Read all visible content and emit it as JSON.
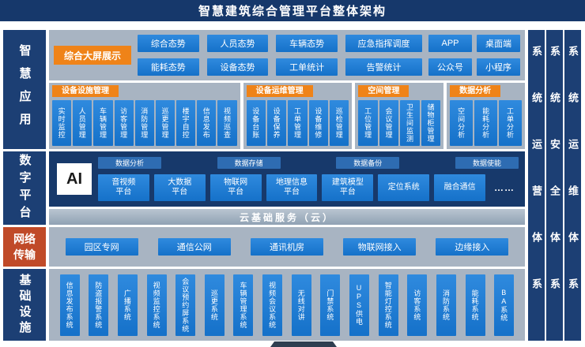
{
  "title": "智慧建筑综合管理平台整体架构",
  "colors": {
    "header_navy": "#16386b",
    "sidebar_navy": "#1c3f74",
    "network_red": "#c04a28",
    "panel_gray": "#a8b4c2",
    "button_blue": "#1b7ed9",
    "accent_orange": "#ef8318",
    "platform_navy": "#17396b"
  },
  "left_sidebar": [
    {
      "label": "智慧应用"
    },
    {
      "label": "数字平台"
    },
    {
      "label": "网络\n传输"
    },
    {
      "label": "基础设施"
    }
  ],
  "right_bars": [
    "系统运营体系",
    "系统安全体系",
    "系统运维体系"
  ],
  "smart_app": {
    "big_screen_label": "综合大屏展示",
    "situation_items": [
      "综合态势",
      "人员态势",
      "车辆态势",
      "应急指挥调度",
      "能耗态势",
      "设备态势",
      "工单统计",
      "告警统计"
    ],
    "client_items": [
      "APP",
      "桌面端",
      "公众号",
      "小程序"
    ],
    "groups": [
      {
        "header": "设备设施管理",
        "items": [
          "实时监控",
          "人员管理",
          "车辆管理",
          "访客管理",
          "消防管理",
          "巡更管理",
          "楼宇自控",
          "信息发布",
          "视频巡查"
        ]
      },
      {
        "header": "设备运维管理",
        "items": [
          "设备台账",
          "设备保养",
          "工单管理",
          "设备维修",
          "巡检管理"
        ]
      },
      {
        "header": "空间管理",
        "items": [
          "工位管理",
          "会议管理",
          "卫生间监测",
          "储物柜管理"
        ]
      },
      {
        "header": "数据分析",
        "items": [
          "空间分析",
          "能耗分析",
          "工单分析"
        ]
      }
    ]
  },
  "digital_platform": {
    "ai_label": "AI",
    "top_items": [
      "数据分析",
      "数据存储",
      "数据备份",
      "数据使能"
    ],
    "bottom_items": [
      "音视频\n平台",
      "大数据\n平台",
      "物联网\n平台",
      "地理信息\n平台",
      "建筑模型\n平台",
      "定位系统",
      "融合通信"
    ],
    "more_label": "……"
  },
  "cloud_banner": "云基础服务（云）",
  "network_items": [
    "园区专网",
    "通信公网",
    "通讯机房",
    "物联网接入",
    "边缘接入"
  ],
  "infrastructure_items": [
    "信息发布系统",
    "防盗报警系统",
    "广播系统",
    "视频监控系统",
    "会议预约屏系统",
    "巡更系统",
    "车辆管理系统",
    "视频会议系统",
    "无线对讲",
    "门禁系统",
    "UPS供电",
    "智能灯控系统",
    "访客系统",
    "消防系统",
    "能耗系统",
    "BA系统"
  ]
}
